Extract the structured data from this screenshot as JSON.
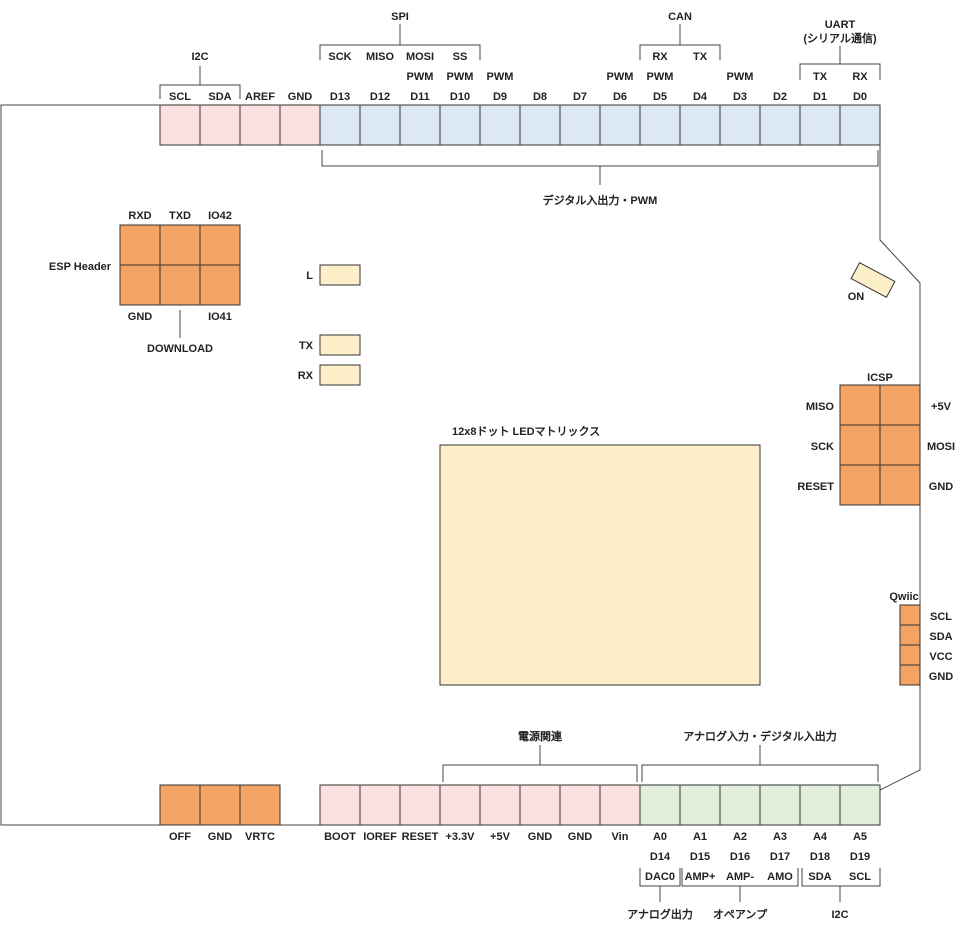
{
  "colors": {
    "pink": "#fde0e0",
    "blue": "#dde8f5",
    "green": "#e2f0db",
    "orange": "#f3a363",
    "yellow": "#fdf0c8",
    "outline": "#333333"
  },
  "top": {
    "pins": [
      {
        "label": "SCL",
        "color": "pink"
      },
      {
        "label": "SDA",
        "color": "pink"
      },
      {
        "label": "AREF",
        "color": "pink"
      },
      {
        "label": "GND",
        "color": "pink"
      },
      {
        "label": "D13",
        "color": "blue"
      },
      {
        "label": "D12",
        "color": "blue"
      },
      {
        "label": "D11",
        "color": "blue"
      },
      {
        "label": "D10",
        "color": "blue"
      },
      {
        "label": "D9",
        "color": "blue"
      },
      {
        "label": "D8",
        "color": "blue"
      },
      {
        "label": "D7",
        "color": "blue"
      },
      {
        "label": "D6",
        "color": "blue"
      },
      {
        "label": "D5",
        "color": "blue"
      },
      {
        "label": "D4",
        "color": "blue"
      },
      {
        "label": "D3",
        "color": "blue"
      },
      {
        "label": "D2",
        "color": "blue"
      },
      {
        "label": "D1",
        "color": "blue"
      },
      {
        "label": "D0",
        "color": "blue"
      }
    ],
    "pwm_label": "PWM",
    "pwm_pins": [
      "D11",
      "D10",
      "D9",
      "D6",
      "D5",
      "D3"
    ],
    "i2c_group": "I2C",
    "spi_group": "SPI",
    "spi_labels": [
      "SCK",
      "MISO",
      "MOSI",
      "SS"
    ],
    "can_group": "CAN",
    "can_labels": [
      "RX",
      "TX"
    ],
    "uart_group_line1": "UART",
    "uart_group_line2": "(シリアル通信)",
    "uart_labels": [
      "TX",
      "RX"
    ],
    "digital_caption": "デジタル入出力・PWM"
  },
  "esp": {
    "title": "ESP Header",
    "top_labels": [
      "RXD",
      "TXD",
      "IO42"
    ],
    "bottom_labels": [
      "GND",
      "IO41"
    ],
    "download": "DOWNLOAD"
  },
  "leds": {
    "l": "L",
    "tx": "TX",
    "rx": "RX",
    "on": "ON"
  },
  "matrix": {
    "title": "12x8ドット LEDマトリックス"
  },
  "icsp": {
    "title": "ICSP",
    "left": [
      "MISO",
      "SCK",
      "RESET"
    ],
    "right": [
      "+5V",
      "MOSI",
      "GND"
    ]
  },
  "qwiic": {
    "title": "Qwiic",
    "pins": [
      "SCL",
      "SDA",
      "VCC",
      "GND"
    ]
  },
  "bottom": {
    "left_pins": [
      "OFF",
      "GND",
      "VRTC"
    ],
    "power_pins": [
      "BOOT",
      "IOREF",
      "RESET",
      "+3.3V",
      "+5V",
      "GND",
      "GND",
      "Vin"
    ],
    "analog_pins": [
      "A0",
      "A1",
      "A2",
      "A3",
      "A4",
      "A5"
    ],
    "digital_alias": [
      "D14",
      "D15",
      "D16",
      "D17",
      "D18",
      "D19"
    ],
    "special": [
      "DAC0",
      "AMP+",
      "AMP-",
      "AMO",
      "SDA",
      "SCL"
    ],
    "power_group": "電源関連",
    "analog_group": "アナログ入力・デジタル入出力",
    "dac_caption": "アナログ出力",
    "amp_caption": "オペアンプ",
    "i2c_caption": "I2C"
  }
}
